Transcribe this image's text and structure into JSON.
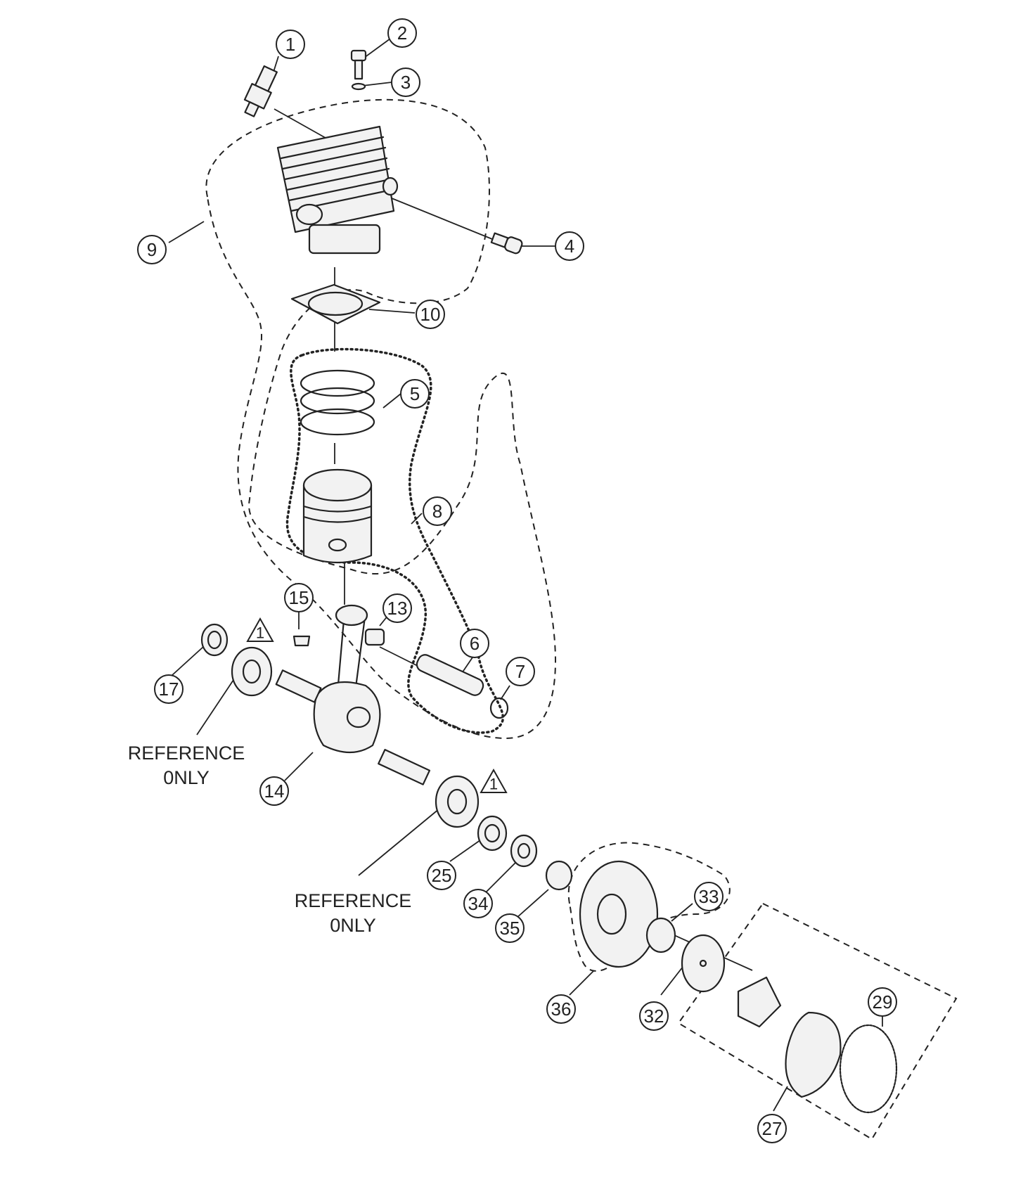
{
  "callouts": {
    "c1": "1",
    "c2": "2",
    "c3": "3",
    "c4": "4",
    "c5": "5",
    "c6": "6",
    "c7": "7",
    "c8": "8",
    "c9": "9",
    "c10": "10",
    "c13": "13",
    "c14": "14",
    "c15": "15",
    "c17": "17",
    "c25": "25",
    "c27": "27",
    "c29": "29",
    "c32": "32",
    "c33": "33",
    "c34": "34",
    "c35": "35",
    "c36": "36"
  },
  "reference_note": {
    "line1": "REFERENCE",
    "line2": "0NLY"
  },
  "warning_mark": "1",
  "icons": {
    "spark-plug": "spark-plug-icon",
    "bolt": "bolt-icon",
    "cylinder": "cylinder-icon",
    "piston": "piston-icon",
    "crankshaft": "crankshaft-icon",
    "bearing": "bearing-icon",
    "clutch": "clutch-icon"
  },
  "colors": {
    "line": "#222222",
    "background": "#ffffff"
  }
}
